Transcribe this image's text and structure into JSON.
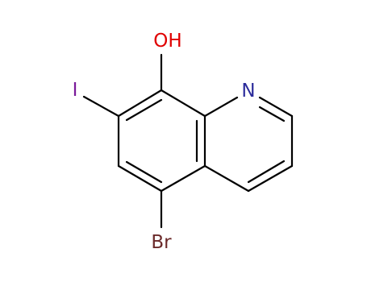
{
  "molecule": {
    "atoms": {
      "OH": {
        "text": "OH",
        "color": "#e00000"
      },
      "I": {
        "text": "I",
        "color": "#7a1a9a"
      },
      "N": {
        "text": "N",
        "color": "#2b2b9b"
      },
      "Br": {
        "text": "Br",
        "color": "#6b2a2a"
      }
    },
    "bond_color": "#000000",
    "background": "#ffffff"
  }
}
